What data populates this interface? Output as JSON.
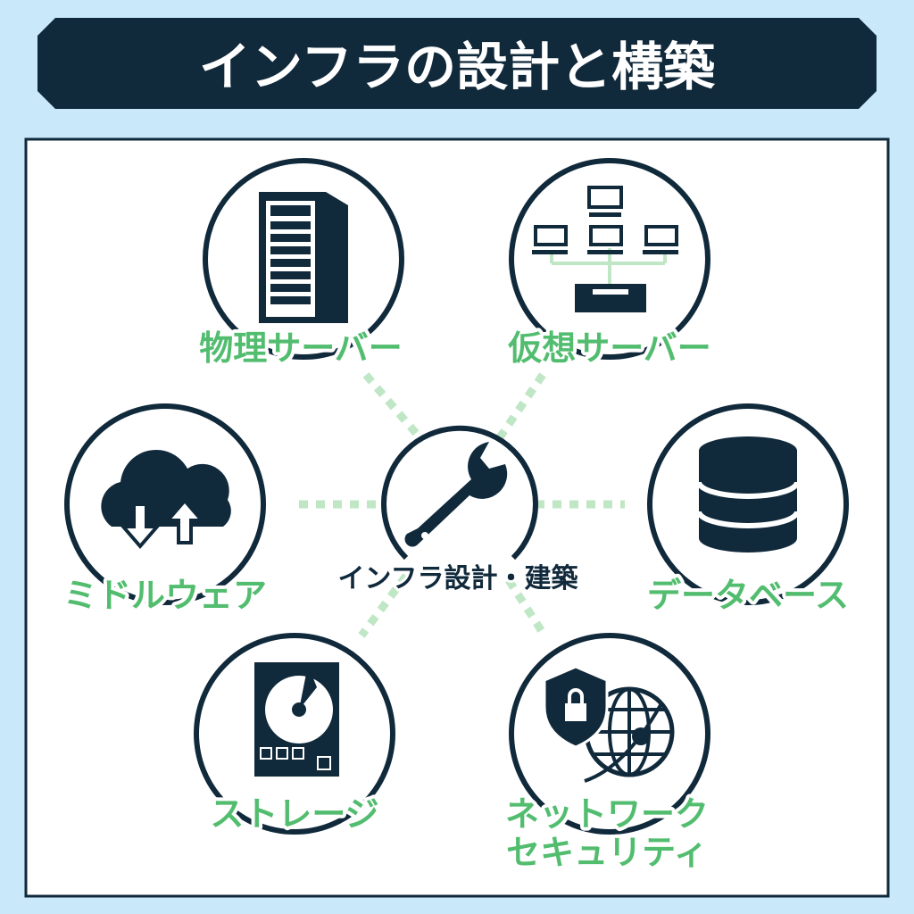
{
  "title": "インフラの設計と構築",
  "center": {
    "label": "インフラ設計・建築",
    "icon": "wrench-icon"
  },
  "nodes": [
    {
      "label": "物理サーバー",
      "icon": "server-tower-icon"
    },
    {
      "label": "仮想サーバー",
      "icon": "network-computers-icon"
    },
    {
      "label": "ミドルウェア",
      "icon": "cloud-transfer-icon"
    },
    {
      "label": "データベース",
      "icon": "database-icon"
    },
    {
      "label": "ストレージ",
      "icon": "hard-disk-icon"
    },
    {
      "label_line1": "ネットワーク",
      "label_line2": "セキュリティ",
      "icon": "shield-globe-icon"
    }
  ],
  "colors": {
    "background": "#c9e9fb",
    "navy": "#10293b",
    "green": "#52bd6f",
    "dash": "#bfe7c5"
  }
}
